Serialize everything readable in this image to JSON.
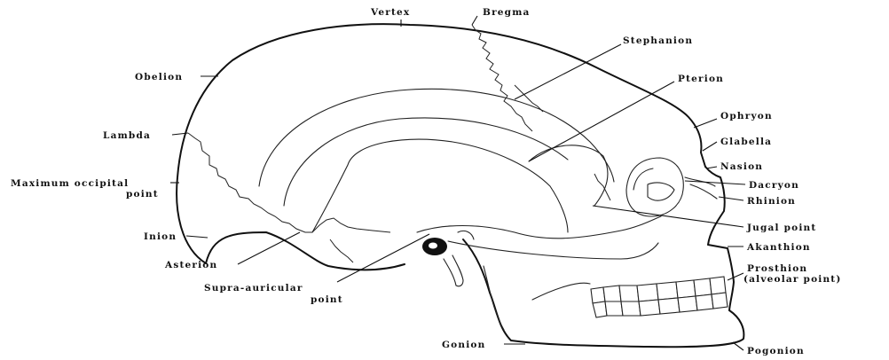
{
  "labels": {
    "vertex": "Vertex",
    "bregma": "Bregma",
    "stephanion": "Stephanion",
    "pterion": "Pterion",
    "ophryon": "Ophryon",
    "glabella": "Glabella",
    "nasion": "Nasion",
    "dacryon": "Dacryon",
    "rhinion": "Rhinion",
    "jugal_point": "Jugal point",
    "akanthion": "Akanthion",
    "prosthion_line1": "Prosthion",
    "prosthion_line2": "(alveolar point)",
    "pogonion": "Pogonion",
    "gonion": "Gonion",
    "supra_auricular_line1": "Supra-auricular",
    "supra_auricular_line2": "point",
    "asterion": "Asterion",
    "inion": "Inion",
    "maximum_occipital_line1": "Maximum occipital",
    "maximum_occipital_line2": "point",
    "lambda": "Lambda",
    "obelion": "Obelion"
  }
}
